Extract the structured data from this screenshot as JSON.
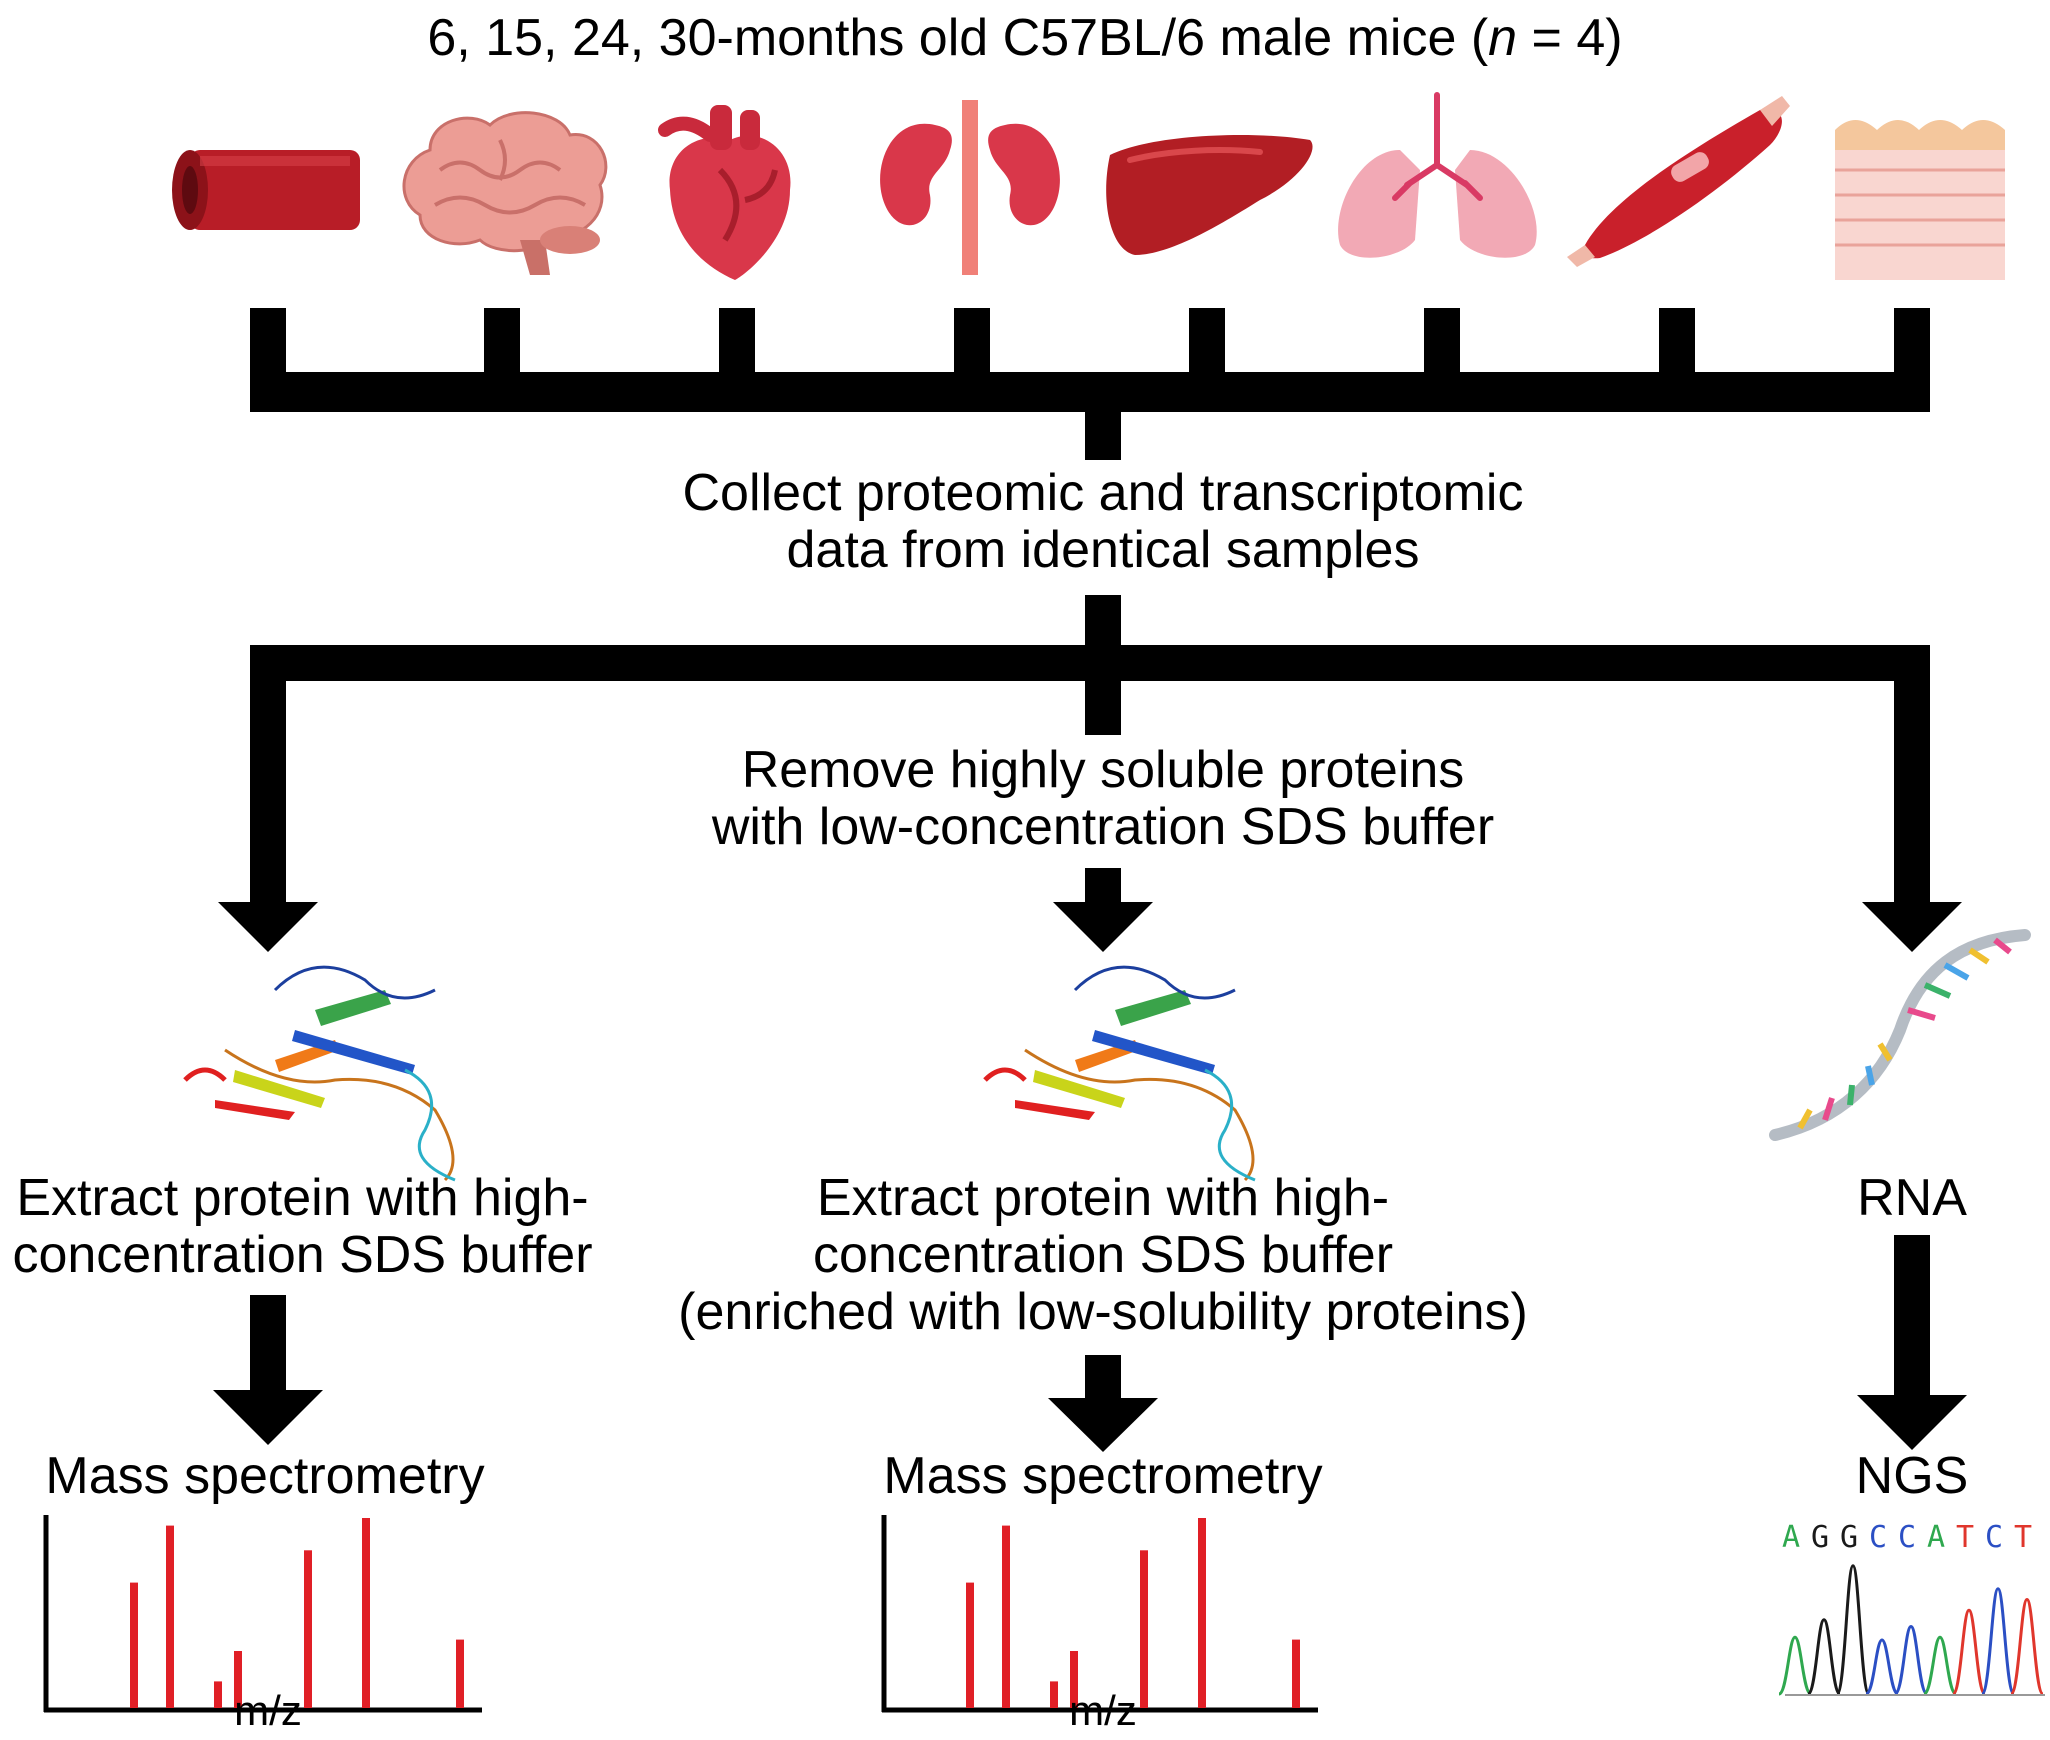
{
  "title": {
    "prefix": "6, 15, 24, 30-months old C57BL/6 male mice (",
    "italic": "n",
    "suffix": " = 4)"
  },
  "organs": [
    {
      "name": "blood-vessel",
      "color": "#c0232c"
    },
    {
      "name": "brain",
      "color": "#e9908a"
    },
    {
      "name": "heart",
      "color": "#d9374a"
    },
    {
      "name": "kidney",
      "color": "#d9374a"
    },
    {
      "name": "liver",
      "color": "#b21e24"
    },
    {
      "name": "lung",
      "color": "#f2a9b5"
    },
    {
      "name": "muscle",
      "color": "#c9202b"
    },
    {
      "name": "skin",
      "color": "#f6c2bc"
    }
  ],
  "steps": {
    "collect_line1": "Collect proteomic and transcriptomic",
    "collect_line2": "data from identical samples",
    "remove_line1": "Remove highly soluble proteins",
    "remove_line2": "with low-concentration SDS buffer",
    "left_extract_line1": "Extract protein with high-",
    "left_extract_line2": "concentration SDS buffer",
    "mid_extract_line1": "Extract protein with high-",
    "mid_extract_line2": "concentration SDS buffer",
    "mid_extract_line3": "(enriched with low-solubility proteins)",
    "rna": "RNA",
    "left_ms": "Mass spectrometry",
    "mid_ms": "Mass spectrometry",
    "ngs": "NGS"
  },
  "spectrum": {
    "xlabel": "m/z",
    "peaks": [
      0.66,
      0.96,
      0.14,
      0.3,
      0.83,
      1.0,
      0.36
    ],
    "color": "#e01f26"
  },
  "ngs_sequence": [
    {
      "base": "A",
      "color": "#2fa84f"
    },
    {
      "base": "G",
      "color": "#1a1a1a"
    },
    {
      "base": "G",
      "color": "#1a1a1a"
    },
    {
      "base": "C",
      "color": "#2b4fc4"
    },
    {
      "base": "C",
      "color": "#2b4fc4"
    },
    {
      "base": "A",
      "color": "#2fa84f"
    },
    {
      "base": "T",
      "color": "#e0362c"
    },
    {
      "base": "C",
      "color": "#2b4fc4"
    },
    {
      "base": "T",
      "color": "#e0362c"
    }
  ]
}
